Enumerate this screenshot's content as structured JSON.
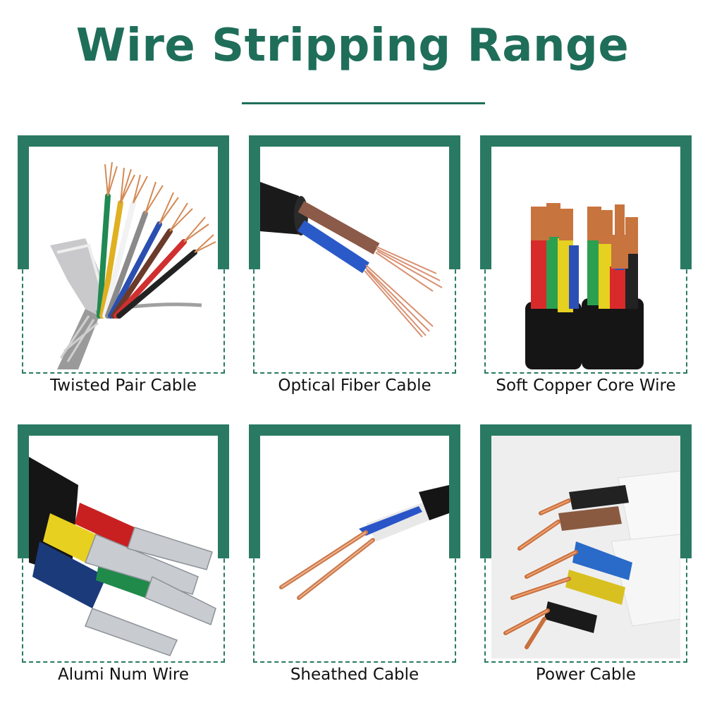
{
  "header": {
    "title": "Wire Stripping Range"
  },
  "colors": {
    "accent": "#2a7a63",
    "title": "#1f6e5a"
  },
  "cards": [
    {
      "caption": "Twisted Pair Cable",
      "icon": "twisted-pair-cable-image"
    },
    {
      "caption": "Optical Fiber Cable",
      "icon": "optical-fiber-cable-image"
    },
    {
      "caption": "Soft Copper Core Wire",
      "icon": "soft-copper-core-wire-image"
    },
    {
      "caption": "Alumi Num Wire",
      "icon": "aluminum-wire-image"
    },
    {
      "caption": "Sheathed Cable",
      "icon": "sheathed-cable-image"
    },
    {
      "caption": "Power Cable",
      "icon": "power-cable-image"
    }
  ]
}
